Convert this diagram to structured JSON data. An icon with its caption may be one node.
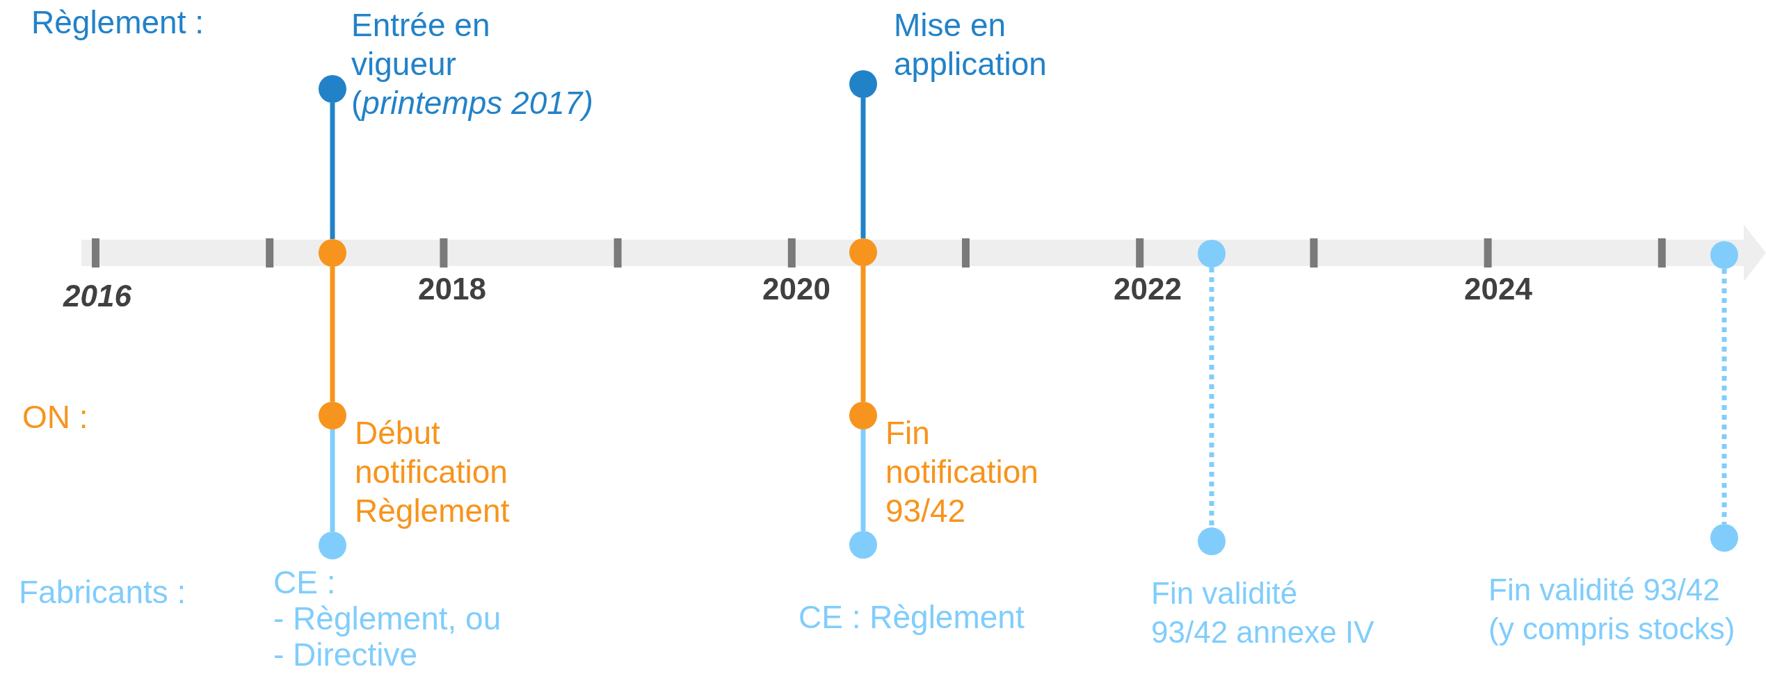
{
  "diagram": {
    "nodes": [
      {
        "text": [],
        "shape": "circle",
        "beside": [
          "Entrée en vigueur",
          "(*printemps 2017)*"
        ]
      },
      {
        "text": [],
        "shape": "circle",
        "beside": [
          "Mise en application"
        ]
      },
      {
        "text": [],
        "shape": "circle"
      },
      {
        "text": [],
        "shape": "circle"
      },
      {
        "text": [],
        "shape": "circle"
      },
      {
        "text": [],
        "shape": "circle"
      },
      {
        "text": [],
        "shape": "circle",
        "beside": [
          "Début notification Règlement"
        ]
      },
      {
        "text": [],
        "shape": "circle",
        "beside": [
          "Fin notification 93/42"
        ]
      },
      {
        "text": [],
        "shape": "circle",
        "beside": [
          "CE :",
          "- Règlement, ou",
          "- Directive"
        ]
      },
      {
        "text": [],
        "shape": "circle",
        "beside": [
          "CE : Règlement"
        ]
      },
      {
        "text": [],
        "shape": "circle",
        "beside": [
          "Fin validité 93/42 annexe IV"
        ]
      },
      {
        "text": [],
        "shape": "circle",
        "beside": [
          "Fin validité 93/42 (y compris stocks)"
        ]
      }
    ],
    "edges": [
      {
        "from": 0,
        "to": 2,
        "arrow": "none",
        "color": "#2282c8"
      },
      {
        "from": 1,
        "to": 3,
        "arrow": "none",
        "color": "#2282c8"
      },
      {
        "from": 2,
        "to": 6,
        "arrow": "none",
        "color": "#f7941d"
      },
      {
        "from": 3,
        "to": 7,
        "arrow": "none",
        "color": "#f7941d"
      },
      {
        "from": 6,
        "to": 8,
        "arrow": "none"
      },
      {
        "from": 7,
        "to": 9,
        "arrow": "none"
      },
      {
        "from": 4,
        "to": 10,
        "arrow": "none",
        "style": "dashed"
      },
      {
        "from": 5,
        "to": 11,
        "arrow": "none",
        "style": "dashed"
      }
    ],
    "labels": [
      "Règlement :",
      "ON :",
      "Fabricants :",
      "2016",
      "2018",
      "2020",
      "2022",
      "2024"
    ]
  }
}
